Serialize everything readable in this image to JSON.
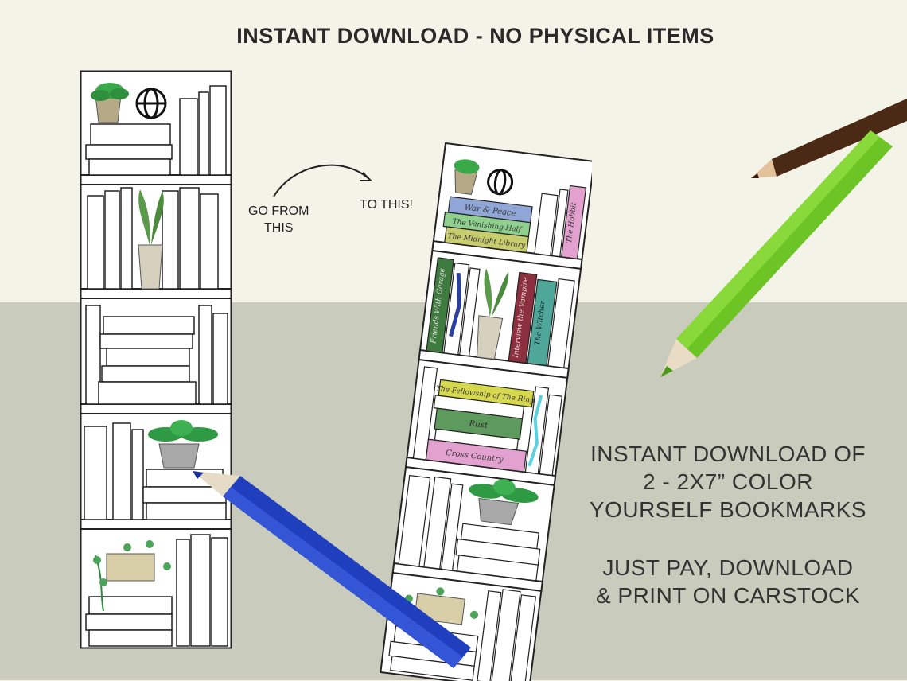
{
  "headline": "INSTANT DOWNLOAD - NO PHYSICAL ITEMS",
  "arrow_labels": {
    "from_line1": "GO FROM",
    "from_line2": "THIS",
    "to": "TO THIS!"
  },
  "side_text": {
    "line1": "INSTANT DOWNLOAD OF",
    "line2": "2 - 2X7” COLOR",
    "line3": "YOURSELF BOOKMARKS",
    "line4": "JUST PAY, DOWNLOAD",
    "line5": "& PRINT ON CARSTOCK"
  },
  "book_titles": {
    "war_peace": "War & Peace",
    "vanishing": "The Vanishing Half",
    "midnight": "The Midnight Library",
    "hobbit": "The Hobbit",
    "friends": "Friends With Garage",
    "vampire": "Interview the Vampire",
    "witcher": "The Witcher",
    "fellowship": "The Fellowship of The Ring",
    "rust": "Rust",
    "cross": "Cross Country"
  },
  "colors": {
    "top_bg": "#f3f3e7",
    "bottom_bg": "#c9cbbc",
    "blue_pencil": "#1f3fbf",
    "green_pencil": "#6cc524",
    "brown_pencil": "#4a2a14"
  }
}
